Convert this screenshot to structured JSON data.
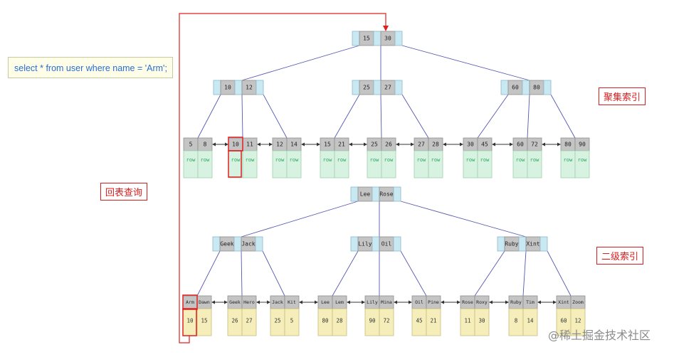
{
  "sql": "select * from user where name = 'Arm';",
  "labels": {
    "clustered": "聚集索引",
    "secondary": "二级索引",
    "lookup": "回表查询"
  },
  "watermark": "@稀土掘金技术社区",
  "colors": {
    "key": "#c4c4c4",
    "ptr": "#c8e8f2",
    "row": "#d7f2e1",
    "rowText": "#22a85a",
    "pk": "#f5eeba",
    "edge": "#5558b0",
    "highlight": "#e02020"
  },
  "clustered": {
    "root": [
      "15",
      "30"
    ],
    "internal": [
      [
        "10",
        "12"
      ],
      [
        "25",
        "27"
      ],
      [
        "60",
        "80"
      ]
    ],
    "leaves": [
      [
        "5",
        "8"
      ],
      [
        "10",
        "11"
      ],
      [
        "12",
        "14"
      ],
      [
        "15",
        "21"
      ],
      [
        "25",
        "26"
      ],
      [
        "27",
        "28"
      ],
      [
        "30",
        "45"
      ],
      [
        "60",
        "72"
      ],
      [
        "80",
        "90"
      ]
    ],
    "row_label": "row"
  },
  "secondary": {
    "root": [
      "Lee",
      "Rose"
    ],
    "internal": [
      [
        "Geek",
        "Jack"
      ],
      [
        "Lily",
        "Oil"
      ],
      [
        "Ruby",
        "Xint"
      ]
    ],
    "leaves": [
      {
        "keys": [
          "Arm",
          "Dawn"
        ],
        "ids": [
          "10",
          "15"
        ]
      },
      {
        "keys": [
          "Geek",
          "Hero"
        ],
        "ids": [
          "26",
          "27"
        ]
      },
      {
        "keys": [
          "Jack",
          "Kit"
        ],
        "ids": [
          "25",
          "5"
        ]
      },
      {
        "keys": [
          "Lee",
          "Lem"
        ],
        "ids": [
          "80",
          "28"
        ]
      },
      {
        "keys": [
          "Lily",
          "Mina"
        ],
        "ids": [
          "90",
          "72"
        ]
      },
      {
        "keys": [
          "Oil",
          "Pine"
        ],
        "ids": [
          "45",
          "21"
        ]
      },
      {
        "keys": [
          "Rose",
          "Roxy"
        ],
        "ids": [
          "11",
          "30"
        ]
      },
      {
        "keys": [
          "Ruby",
          "Tim"
        ],
        "ids": [
          "8",
          "14"
        ]
      },
      {
        "keys": [
          "Xint",
          "Zoom"
        ],
        "ids": [
          "60",
          "12"
        ]
      }
    ]
  }
}
